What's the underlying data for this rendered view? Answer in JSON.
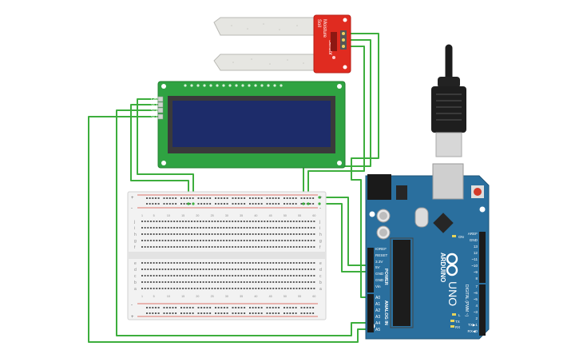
{
  "sensor": {
    "label_line1": "Soil",
    "label_line2": "Moisture",
    "label_line3": "Sensor",
    "pins": [
      "SIG",
      "VCC",
      "GND"
    ]
  },
  "lcd": {
    "pins": [
      "GND",
      "VCC",
      "SDA",
      "SCL"
    ]
  },
  "arduino": {
    "brand": "ARDUINO",
    "model": "UNO",
    "power_header_title": "POWER",
    "power_pins": [
      "IOREF",
      "RESET",
      "3.3V",
      "5V",
      "GND",
      "GND",
      "Vin"
    ],
    "analog_header_title": "ANALOG IN",
    "analog_pins": [
      "A0",
      "A1",
      "A2",
      "A3",
      "A4",
      "A5"
    ],
    "digital_top_pins": [
      "AREF",
      "GND",
      "13",
      "12",
      "~11",
      "~10",
      "~9",
      "8"
    ],
    "digital_bottom_pins": [
      "7",
      "~6",
      "~5",
      "4",
      "~3",
      "2",
      "TX▶1",
      "RX◀0"
    ],
    "digital_header_title": "DIGITAL (PWM ~)",
    "on_label": "ON",
    "tx_label": "TX",
    "rx_label": "RX",
    "l_label": "L"
  },
  "breadboard": {
    "column_numbers": [
      "1",
      "5",
      "10",
      "15",
      "20",
      "25",
      "30",
      "35",
      "40",
      "45",
      "50",
      "55",
      "60"
    ],
    "row_letters_top": [
      "j",
      "i",
      "h",
      "g",
      "f"
    ],
    "row_letters_bottom": [
      "e",
      "d",
      "c",
      "b",
      "a"
    ],
    "rail_plus": "+",
    "rail_minus": "-"
  },
  "colors": {
    "wire": "#3dae3d",
    "board_blue": "#2a6f9e",
    "sensor_red": "#e02b20",
    "lcd_green": "#2fa342",
    "lcd_screen": "#1d2c6a"
  }
}
